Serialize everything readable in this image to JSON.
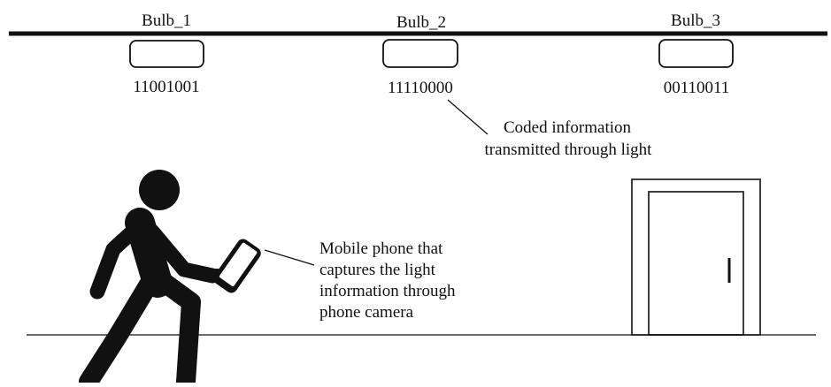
{
  "colors": {
    "ink": "#111111",
    "background": "#ffffff"
  },
  "bulbs": [
    {
      "name": "Bulb_1",
      "code": "11001001"
    },
    {
      "name": "Bulb_2",
      "code": "11110000"
    },
    {
      "name": "Bulb_3",
      "code": "00110011"
    }
  ],
  "annotations": {
    "coded_info": [
      "Coded information",
      "transmitted through light"
    ],
    "phone": [
      "Mobile phone that",
      "captures the light",
      "information through",
      "phone camera"
    ]
  },
  "icons": {
    "person": "walking-person-icon",
    "phone": "mobile-phone-icon",
    "door": "door-icon"
  }
}
